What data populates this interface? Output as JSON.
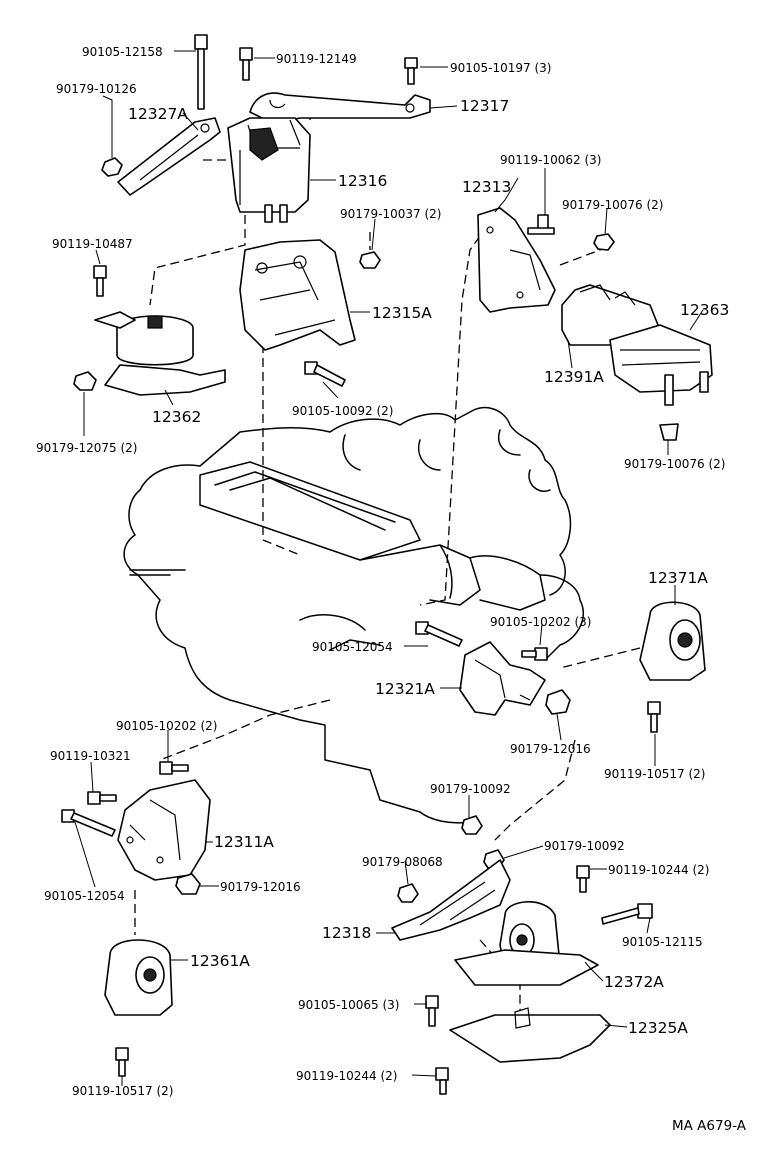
{
  "diagram_code": "MA A679-A",
  "labels": {
    "p12327A": "12327A",
    "p12317": "12317",
    "p12316": "12316",
    "p12313": "12313",
    "p12315A": "12315A",
    "p12363": "12363",
    "p12391A": "12391A",
    "p12362": "12362",
    "p12371A": "12371A",
    "p12321A": "12321A",
    "p12311A": "12311A",
    "p12361A": "12361A",
    "p12318": "12318",
    "p12372A": "12372A",
    "p12325A": "12325A",
    "b90105_12158": "90105-12158",
    "b90119_12149": "90119-12149",
    "b90105_10197": "90105-10197 (3)",
    "b90179_10126": "90179-10126",
    "b90119_10062": "90119-10062 (3)",
    "b90179_10076a": "90179-10076 (2)",
    "b90179_10037": "90179-10037 (2)",
    "b90119_10487": "90119-10487",
    "b90105_10092": "90105-10092 (2)",
    "b90179_12075": "90179-12075 (2)",
    "b90179_10076b": "90179-10076 (2)",
    "b90105_10202a": "90105-10202 (3)",
    "b90105_12054a": "90105-12054",
    "b90179_12016a": "90179-12016",
    "b90119_10517a": "90119-10517 (2)",
    "b90105_10202b": "90105-10202 (2)",
    "b90119_10321": "90119-10321",
    "b90105_12054b": "90105-12054",
    "b90179_12016b": "90179-12016",
    "b90179_10092a": "90179-10092",
    "b90179_10092b": "90179-10092",
    "b90179_08068": "90179-08068",
    "b90119_10244a": "90119-10244 (2)",
    "b90105_12115": "90105-12115",
    "b90105_10065": "90105-10065 (3)",
    "b90119_10244b": "90119-10244 (2)",
    "b90119_10517b": "90119-10517 (2)"
  }
}
